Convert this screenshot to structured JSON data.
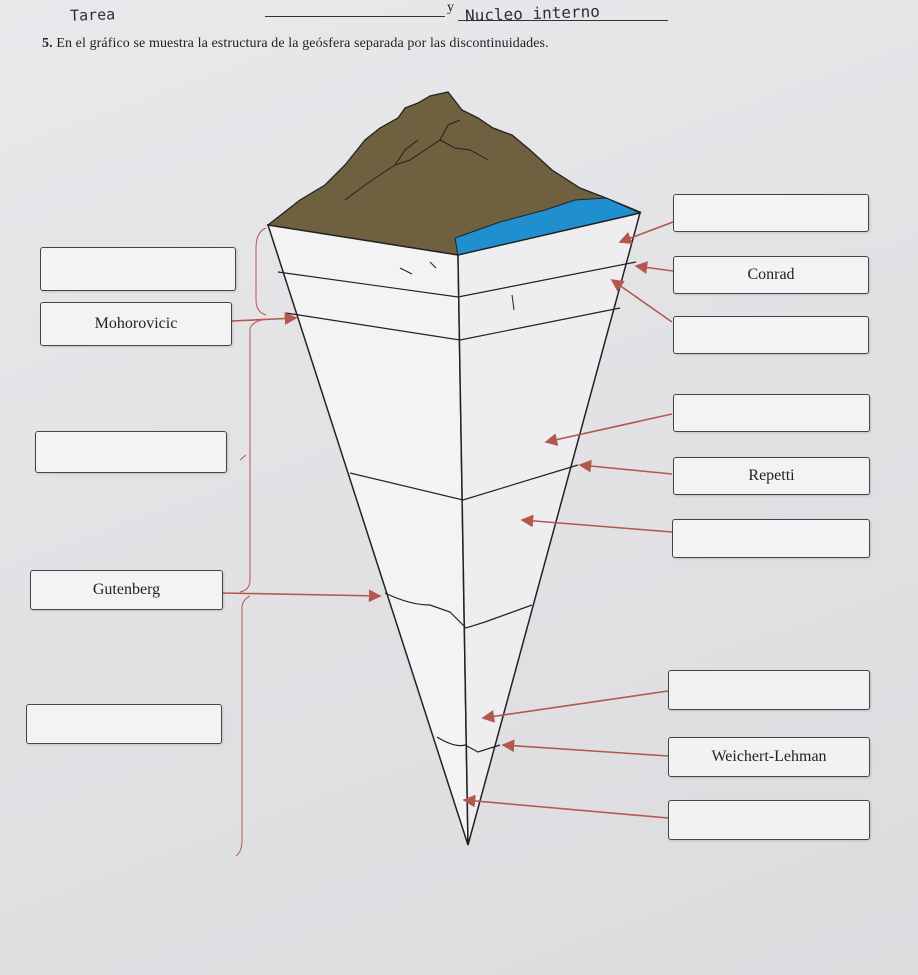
{
  "header": {
    "handwritten_title": "Tarea",
    "handwritten_answer": "Nucleo interno",
    "conjunction": "y"
  },
  "question": {
    "number": "5.",
    "text": "En el gráfico se muestra la estructura de la geósfera separada por las discontinuidades."
  },
  "left_boxes": [
    {
      "label": ""
    },
    {
      "label": "Mohorovicic"
    },
    {
      "label": ""
    },
    {
      "label": "Gutenberg"
    },
    {
      "label": ""
    }
  ],
  "right_boxes": [
    {
      "label": ""
    },
    {
      "label": "Conrad"
    },
    {
      "label": ""
    },
    {
      "label": ""
    },
    {
      "label": "Repetti"
    },
    {
      "label": ""
    },
    {
      "label": ""
    },
    {
      "label": "Weichert-Lehman"
    },
    {
      "label": ""
    }
  ],
  "colors": {
    "terrain": "#6f6140",
    "ocean": "#1f8fd0",
    "arrow": "#b4584f",
    "outline": "#222222"
  }
}
